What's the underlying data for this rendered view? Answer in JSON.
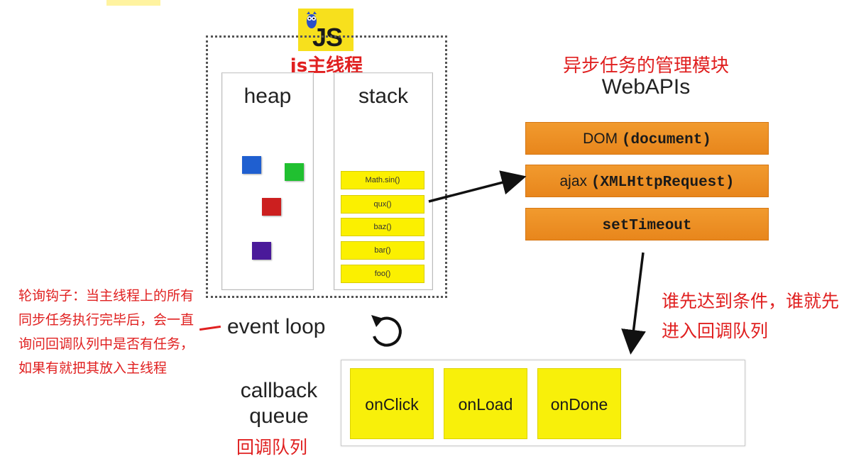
{
  "js_logo_text": "JS",
  "js_main_thread_label": "js主线程",
  "heap_label": "heap",
  "stack_label": "stack",
  "heap_object_colors": [
    "#1f5fd0",
    "#20c030",
    "#cc1f1f",
    "#4a1a9a"
  ],
  "stack_frames": [
    "Math.sin()",
    "qux()",
    "baz()",
    "bar()",
    "foo()"
  ],
  "webapis": {
    "title_cn": "异步任务的管理模块",
    "title_en": "WebAPIs",
    "items": [
      {
        "plain": "DOM ",
        "mono": "(document)"
      },
      {
        "plain": "ajax ",
        "mono": "(XMLHttpRequest)"
      },
      {
        "plain": "",
        "mono": "setTimeout"
      }
    ]
  },
  "event_loop_label": "event loop",
  "event_loop_note": "轮询钩子：当主线程上的所有同步任务执行完毕后，会一直询问回调队列中是否有任务，如果有就把其放入主线程",
  "queue_rule_note": "谁先达到条件，谁就先进入回调队列",
  "callback_queue": {
    "label_line1": "callback",
    "label_line2": "queue",
    "label_cn": "回调队列",
    "items": [
      "onClick",
      "onLoad",
      "onDone"
    ]
  },
  "colors": {
    "annotation_red": "#e02020",
    "stack_yellow": "#fbf000",
    "api_orange": "#ef9228",
    "js_yellow": "#f7e01d"
  }
}
